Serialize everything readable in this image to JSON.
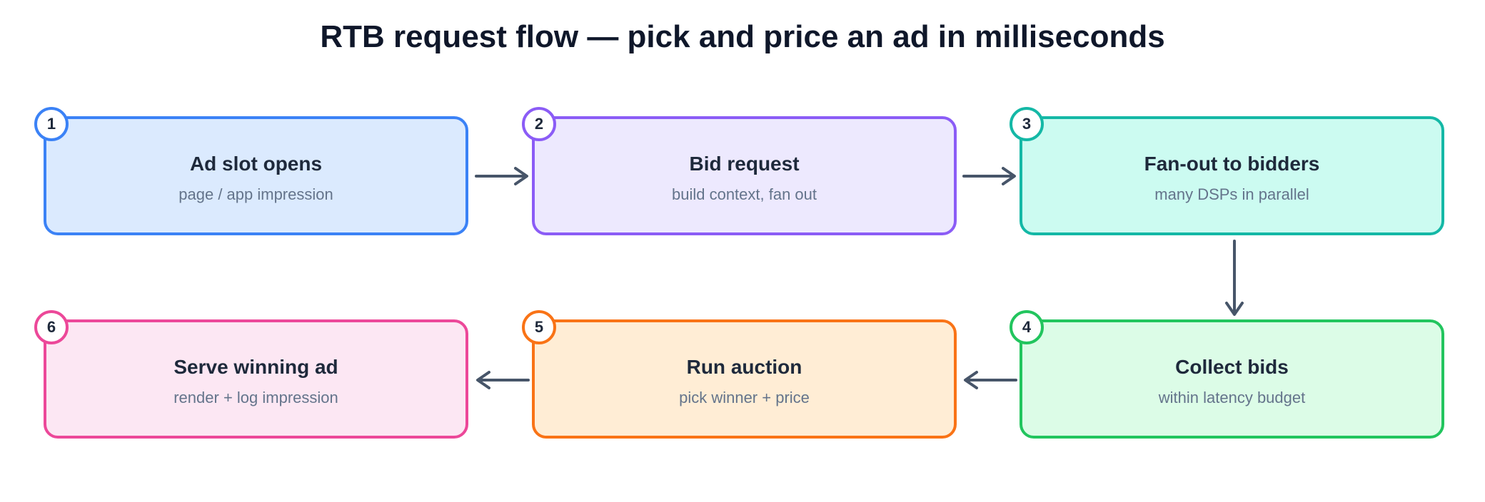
{
  "title": "RTB request flow — pick and price an ad in milliseconds",
  "colors": {
    "text_dark": "#1e293b",
    "text_muted": "#64748b",
    "arrow": "#475569"
  },
  "steps": [
    {
      "number": "1",
      "title": "Ad slot opens",
      "subtitle": "page / app impression",
      "border": "#3b82f6",
      "fill": "#dbeafe"
    },
    {
      "number": "2",
      "title": "Bid request",
      "subtitle": "build context, fan out",
      "border": "#8b5cf6",
      "fill": "#ede9fe"
    },
    {
      "number": "3",
      "title": "Fan-out to bidders",
      "subtitle": "many DSPs in parallel",
      "border": "#14b8a6",
      "fill": "#ccfbf1"
    },
    {
      "number": "4",
      "title": "Collect bids",
      "subtitle": "within latency budget",
      "border": "#22c55e",
      "fill": "#dcfce7"
    },
    {
      "number": "5",
      "title": "Run auction",
      "subtitle": "pick winner + price",
      "border": "#f97316",
      "fill": "#ffedd5"
    },
    {
      "number": "6",
      "title": "Serve winning ad",
      "subtitle": "render + log impression",
      "border": "#ec4899",
      "fill": "#fce7f3"
    }
  ],
  "edges": [
    {
      "from": "1",
      "to": "2"
    },
    {
      "from": "2",
      "to": "3"
    },
    {
      "from": "3",
      "to": "4"
    },
    {
      "from": "4",
      "to": "5"
    },
    {
      "from": "5",
      "to": "6"
    }
  ]
}
